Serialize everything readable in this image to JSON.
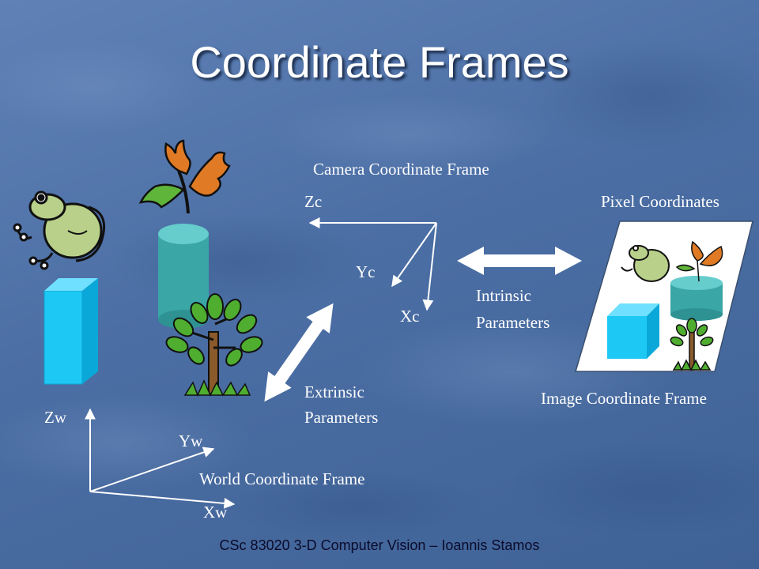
{
  "slide": {
    "title": "Coordinate Frames",
    "footer": "CSc 83020 3-D Computer Vision – Ioannis Stamos"
  },
  "camera": {
    "frame_label": "Camera Coordinate Frame",
    "axes": {
      "z": "Zc",
      "y": "Yc",
      "x": "Xc"
    }
  },
  "world": {
    "frame_label": "World Coordinate Frame",
    "axes": {
      "z": "Zw",
      "y": "Yw",
      "x": "Xw"
    }
  },
  "image": {
    "pixel_label": "Pixel Coordinates",
    "frame_label": "Image Coordinate Frame"
  },
  "relations": {
    "intrinsic_line1": "Intrinsic",
    "intrinsic_line2": "Parameters",
    "extrinsic_line1": "Extrinsic",
    "extrinsic_line2": "Parameters"
  },
  "colors": {
    "background": "#5173a8",
    "cube": "#1ec8f5",
    "cylinder": "#3aa6a6",
    "arrow": "#ffffff",
    "footer_text": "#0b0b2a"
  }
}
